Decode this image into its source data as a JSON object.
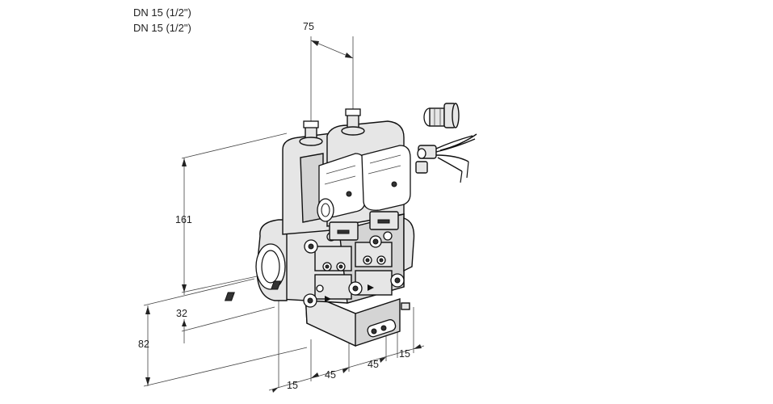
{
  "header": {
    "line1": "DN 15 (1/2\")",
    "line2": "DN 15 (1/2\")"
  },
  "dimensions": {
    "d75": "75",
    "d161": "161",
    "d32": "32",
    "d82": "82",
    "d15_bottom": "15",
    "d45_left": "45",
    "d45_right": "45",
    "d15_right": "15"
  }
}
